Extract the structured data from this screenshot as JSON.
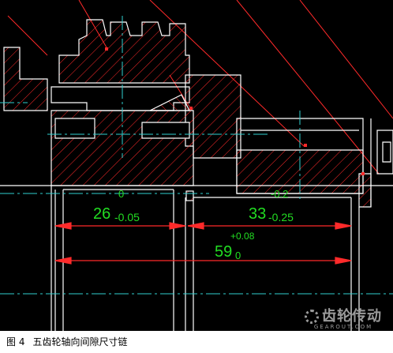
{
  "drawing": {
    "colors": {
      "background": "#000000",
      "outline": "#ffffff",
      "hatch": "#ff2a2a",
      "centerline": "#2fd0d0",
      "dimension": "#22dd22",
      "dim_arrow": "#ff2a2a"
    },
    "dims": [
      {
        "nominal": "26",
        "tol_upper": "0",
        "tol_lower": "-0.05"
      },
      {
        "nominal": "33",
        "tol_upper": "-0.2",
        "tol_lower": "-0.25"
      },
      {
        "nominal": "59",
        "tol_upper": "+0.08",
        "tol_lower": "0"
      }
    ]
  },
  "caption": {
    "figure": "图 4",
    "title": "五齿轮轴向间隙尺寸链"
  },
  "watermark": {
    "brand": "齿轮传动",
    "sub": "GEAROUT.COM"
  }
}
